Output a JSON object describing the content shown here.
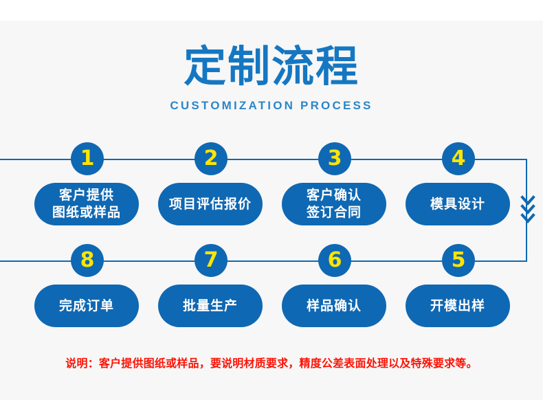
{
  "page": {
    "background_color": "#f7f7f7",
    "brand_blue": "#0f68b3",
    "title_blue": "#1577c2",
    "accent_yellow": "#ffe500",
    "note_red": "#fc1306"
  },
  "header": {
    "title": "定制流程",
    "subtitle": "CUSTOMIZATION PROCESS"
  },
  "flow": {
    "rows": [
      {
        "direction": "left-to-right",
        "steps": [
          {
            "number": "1",
            "label": "客户提供\n图纸或样品"
          },
          {
            "number": "2",
            "label": "项目评估报价"
          },
          {
            "number": "3",
            "label": "客户确认\n签订合同"
          },
          {
            "number": "4",
            "label": "模具设计"
          }
        ]
      },
      {
        "direction": "right-to-left",
        "steps": [
          {
            "number": "8",
            "label": "完成订单"
          },
          {
            "number": "7",
            "label": "批量生产"
          },
          {
            "number": "6",
            "label": "样品确认"
          },
          {
            "number": "5",
            "label": "开模出样"
          }
        ]
      }
    ],
    "connector_arrow": "double-chevron-down"
  },
  "note": {
    "text": "说明：客户提供图纸或样品，要说明材质要求，精度公差表面处理以及特殊要求等。"
  }
}
